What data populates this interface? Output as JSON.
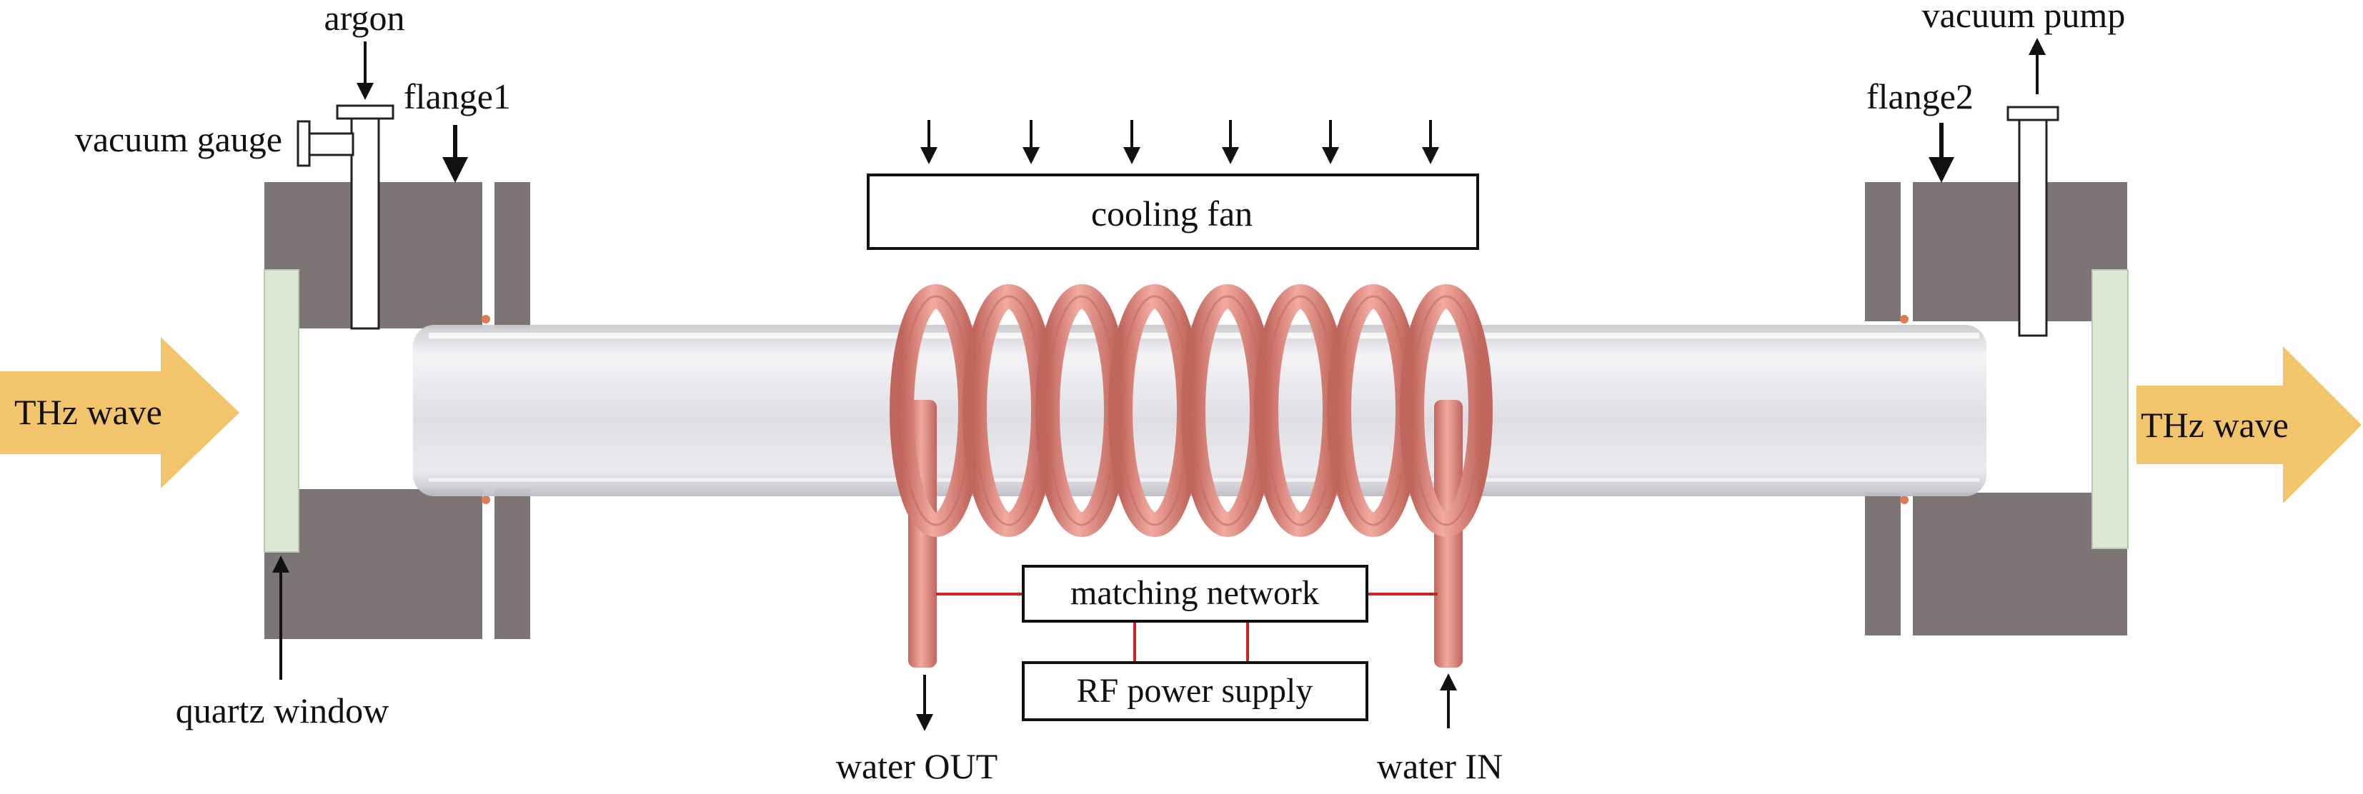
{
  "labels": {
    "argon": "argon",
    "flange1": "flange1",
    "vacuum_gauge": "vacuum gauge",
    "cooling_fan": "cooling fan",
    "flange2": "flange2",
    "vacuum_pump": "vacuum pump",
    "thz_wave_in": "THz wave",
    "thz_wave_out": "THz wave",
    "matching_network": "matching network",
    "rf_power_supply": "RF power supply",
    "quartz_window": "quartz window",
    "water_out": "water OUT",
    "water_in": "water IN"
  },
  "colors": {
    "flange": "#7d7575",
    "window": "#dbe8d3",
    "tube": "#e6e6ea",
    "coil": "#e8948a",
    "coil_dark": "#c86a60",
    "wave_arrow": "#f2c46b",
    "wire": "#d32020",
    "line": "#111111"
  }
}
